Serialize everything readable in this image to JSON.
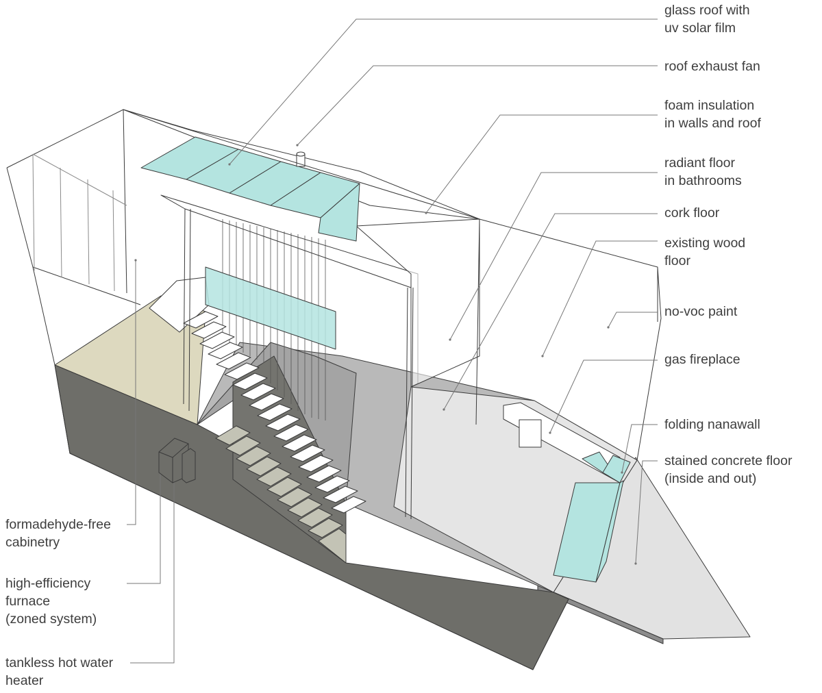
{
  "diagram": {
    "callouts_right": [
      {
        "id": "glass-roof",
        "lines": [
          "glass roof with",
          "uv solar film"
        ]
      },
      {
        "id": "roof-exhaust-fan",
        "lines": [
          "roof exhaust fan"
        ]
      },
      {
        "id": "foam-insulation",
        "lines": [
          "foam insulation",
          "in walls and roof"
        ]
      },
      {
        "id": "radiant-floor",
        "lines": [
          "radiant floor",
          "in bathrooms"
        ]
      },
      {
        "id": "cork-floor",
        "lines": [
          "cork floor"
        ]
      },
      {
        "id": "existing-wood-floor",
        "lines": [
          "existing wood",
          "floor"
        ]
      },
      {
        "id": "no-voc-paint",
        "lines": [
          "no-voc paint"
        ]
      },
      {
        "id": "gas-fireplace",
        "lines": [
          "gas fireplace"
        ]
      },
      {
        "id": "folding-nanawall",
        "lines": [
          "folding nanawall"
        ]
      },
      {
        "id": "stained-concrete-floor",
        "lines": [
          "stained concrete floor",
          "(inside and out)"
        ]
      }
    ],
    "callouts_left": [
      {
        "id": "cabinetry",
        "lines": [
          "formadehyde-free",
          "cabinetry"
        ]
      },
      {
        "id": "furnace",
        "lines": [
          "high-efficiency",
          "furnace",
          "(zoned system)"
        ]
      },
      {
        "id": "water-heater",
        "lines": [
          "tankless hot water",
          "heater"
        ]
      }
    ],
    "colors": {
      "outline": "#3a3a3a",
      "leader": "#777777",
      "dark_wall": "#6e6e69",
      "ground_floor": "#a6a6a6",
      "concrete_slab": "#dedede",
      "glass": "#b4e4e0",
      "cork_floor": "#ddd9bf",
      "stair_tread": "#ffffff",
      "lower_tread": "#c3c3b5"
    }
  }
}
